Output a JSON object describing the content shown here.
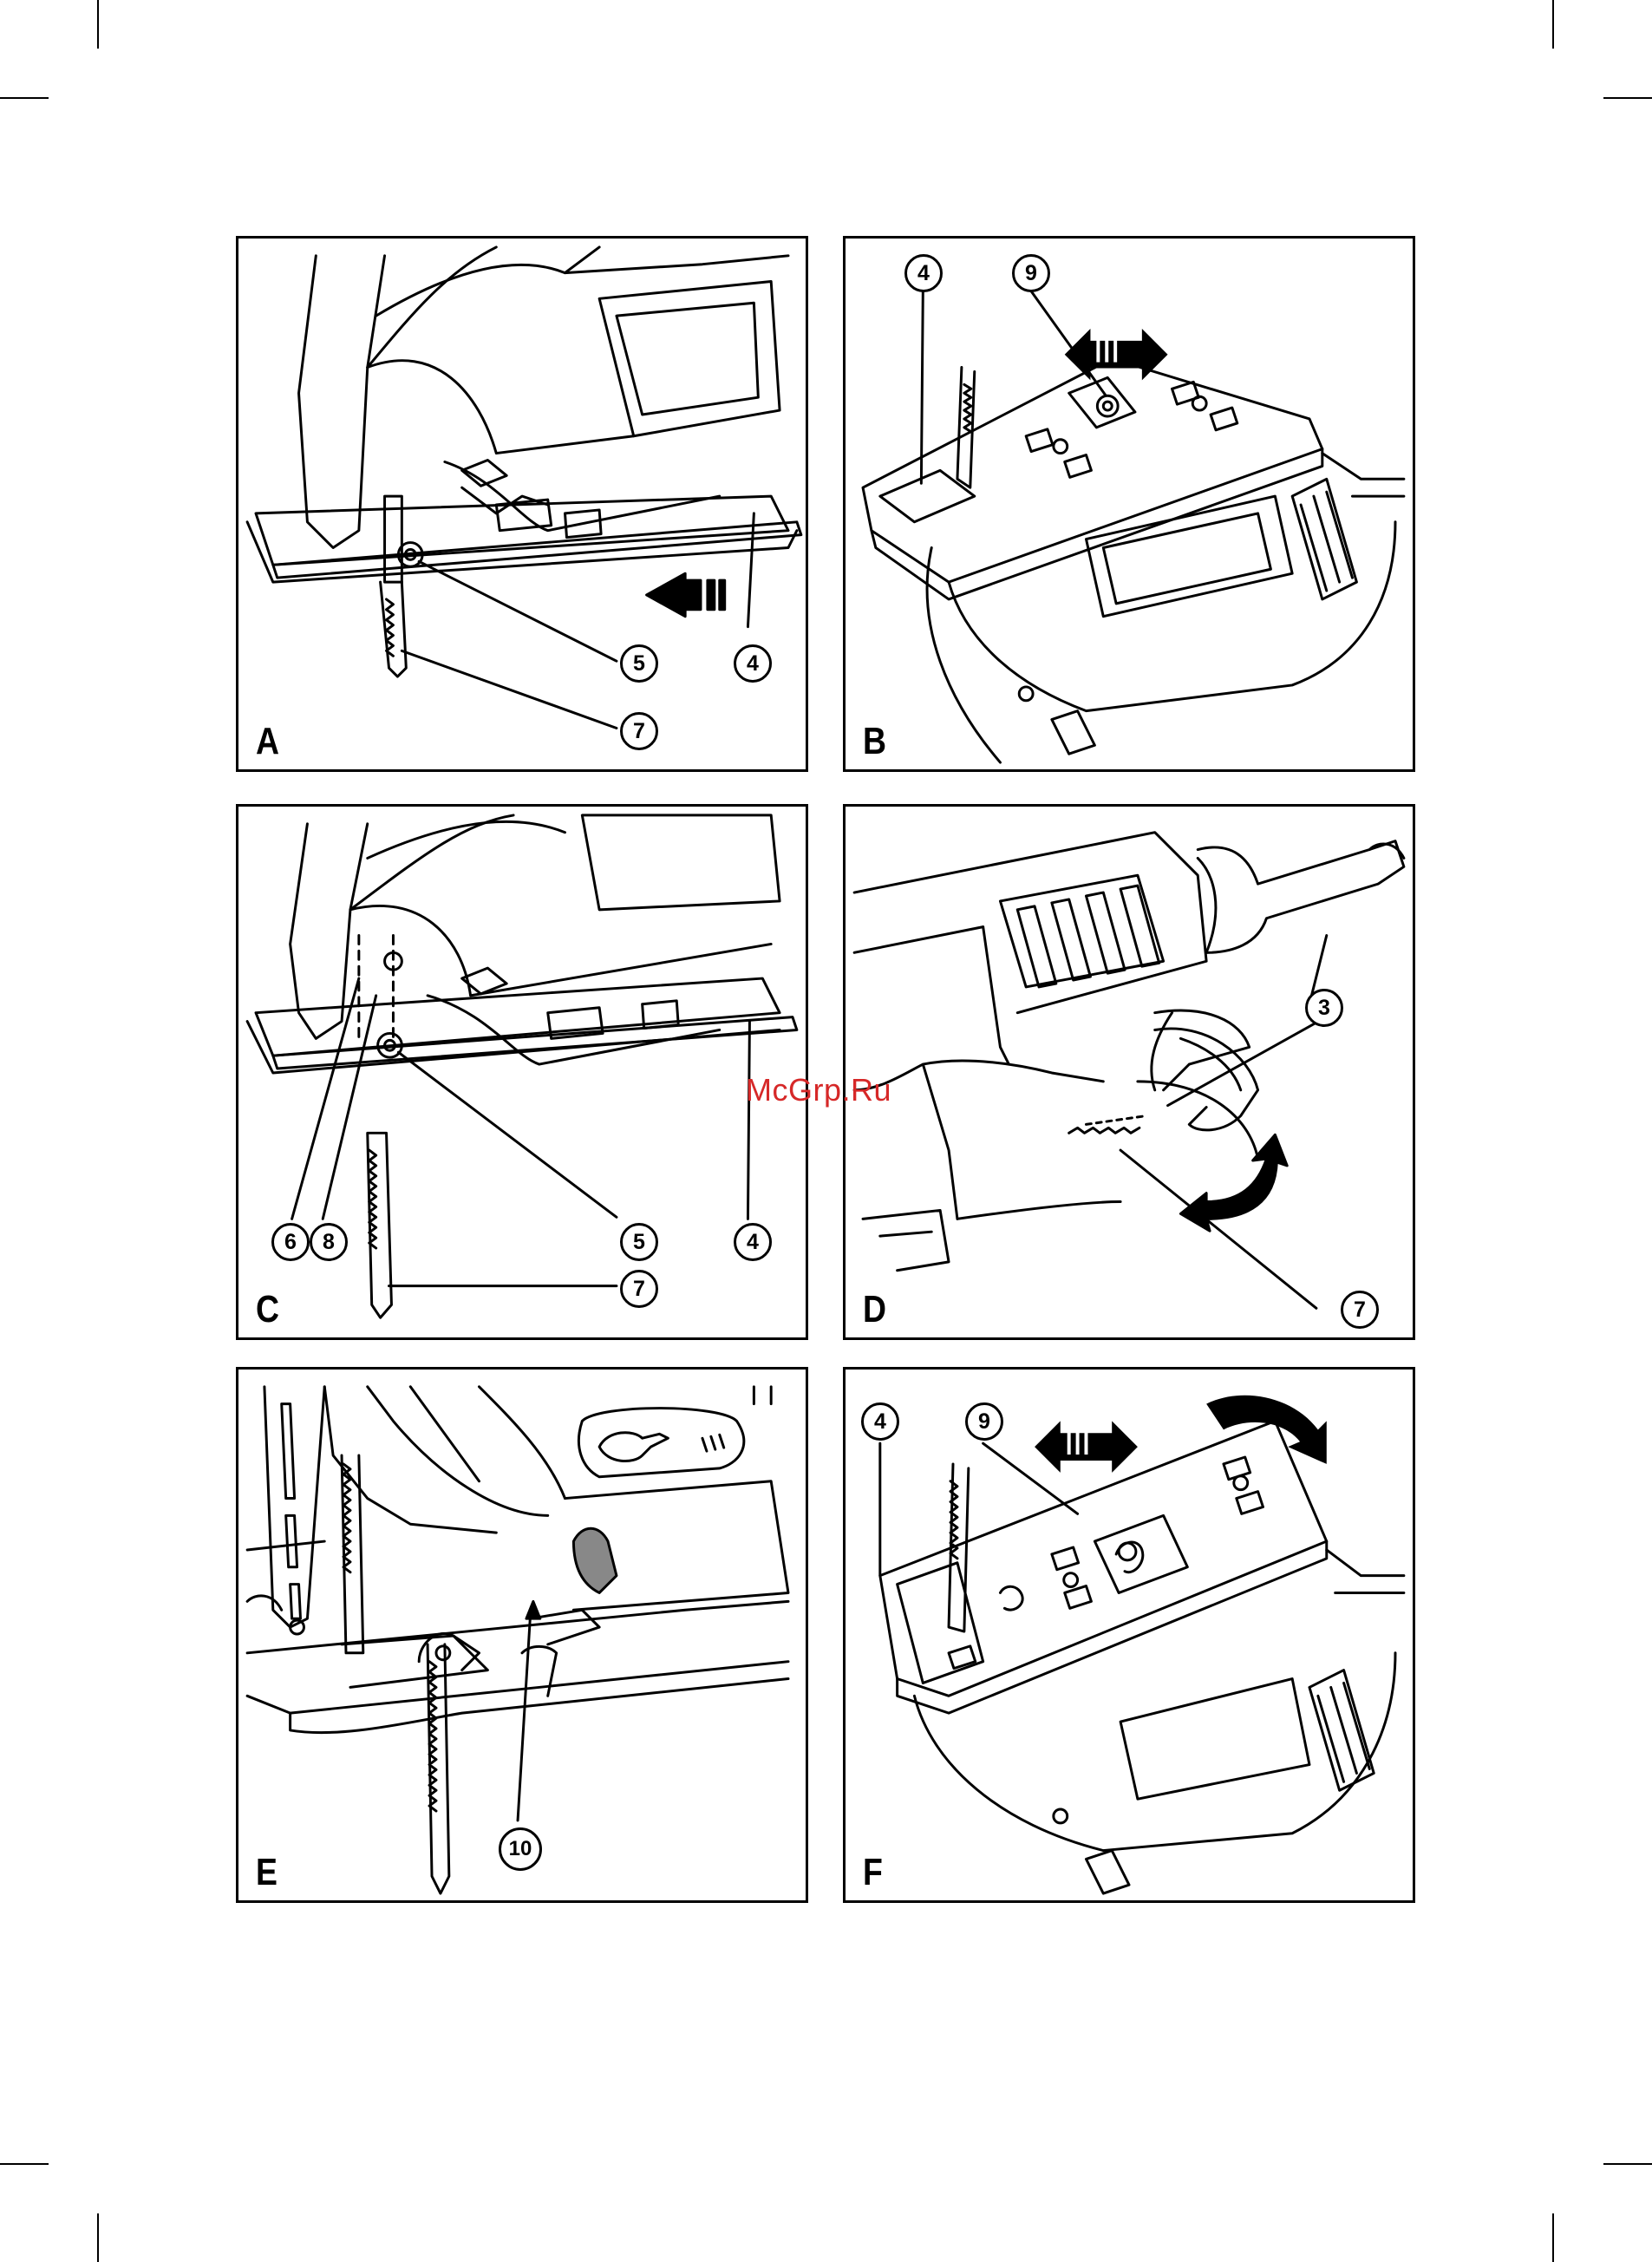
{
  "watermark": "McGrp.Ru",
  "panels": [
    {
      "letter": "A",
      "callouts": [
        "5",
        "4",
        "7"
      ]
    },
    {
      "letter": "B",
      "callouts": [
        "4",
        "9"
      ]
    },
    {
      "letter": "C",
      "callouts": [
        "6",
        "8",
        "5",
        "4",
        "7"
      ]
    },
    {
      "letter": "D",
      "callouts": [
        "3",
        "7"
      ]
    },
    {
      "letter": "E",
      "callouts": [
        "10"
      ]
    },
    {
      "letter": "F",
      "callouts": [
        "4",
        "9"
      ]
    }
  ],
  "colors": {
    "line": "#000000",
    "watermark": "#d62828",
    "background": "#ffffff"
  }
}
